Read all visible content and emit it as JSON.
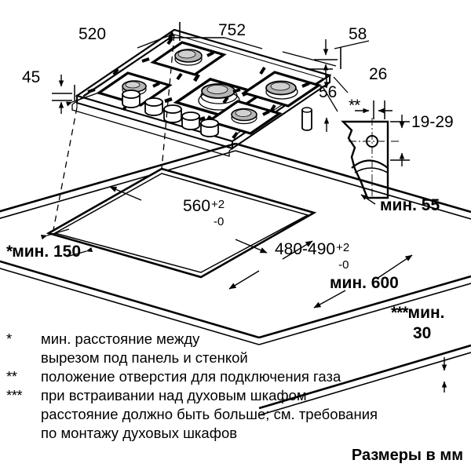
{
  "title": "Встраиваемая газовая варочная панель — монтажные размеры",
  "units_note": "Размеры в мм",
  "dimensions": {
    "hob_depth": "520",
    "hob_width": "752",
    "hob_thickness": "45",
    "hob_front_offset": "58",
    "hob_side_offset": "56",
    "gas_hole_horizontal": "26",
    "gas_hole_vertical": "19-29",
    "gas_connection_min": "мин. 55",
    "cutout_width": "560",
    "cutout_width_tol_plus": "+2",
    "cutout_width_tol_minus": "-0",
    "cutout_depth": "480-490",
    "cutout_depth_tol_plus": "+2",
    "cutout_depth_tol_minus": "-0",
    "wall_distance_min": "мин. 150",
    "wall_distance_mark": "*",
    "worktop_depth_min": "мин. 600",
    "below_clearance_min": "мин.",
    "below_clearance_value": "30",
    "below_clearance_mark": "***",
    "gas_hole_mark": "**"
  },
  "footnotes": [
    {
      "mark": "*",
      "lines": [
        "мин. расстояние между",
        "вырезом под панель и стенкой"
      ]
    },
    {
      "mark": "**",
      "lines": [
        "положение отверстия для подключения газа"
      ]
    },
    {
      "mark": "***",
      "lines": [
        "при встраивании над духовым шкафом",
        "расстояние должно быть больше; см. требования",
        "по монтажу духовых шкафов"
      ]
    }
  ],
  "colors": {
    "line": "#000000",
    "background": "#ffffff",
    "burner_cap": "#b5b5b5",
    "burner_cap_light": "#d0d0d0",
    "knob": "#ffffff"
  },
  "parts": {
    "hob": "gas-hob-isometric",
    "worktop": "worktop-with-cutout",
    "gas_fitting": "gas-connection-detail"
  }
}
